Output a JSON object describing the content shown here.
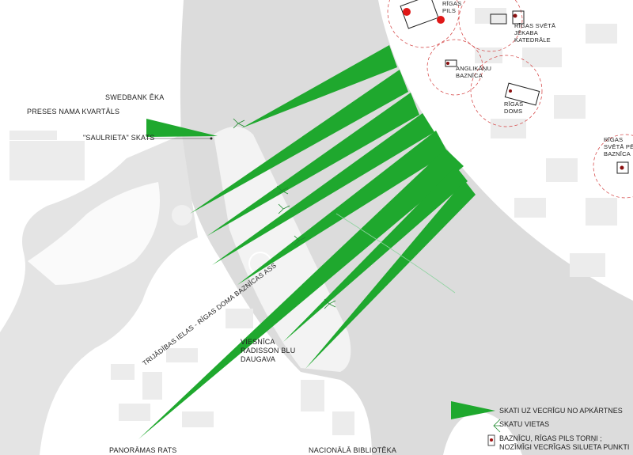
{
  "colors": {
    "water": "#dcdcdc",
    "land": "#ffffff",
    "building": "#ececec",
    "view_wedge": "#1fa82e",
    "landmark": "#e01818",
    "radius_line": "#d23a3a"
  },
  "labels": {
    "swedbank": "SWEDBANK ĒKA",
    "preses": "PRESES NAMA KVARTĀLS",
    "saulrieta": "\"SAULRIETA\" SKATS",
    "axis": "TRIJĀDĪBAS IELAS - RĪGAS DOMA BAZNĪCAS ASS",
    "radisson": [
      "VIESNĪCA",
      "RADISSON BLU",
      "DAUGAVA"
    ],
    "panoramas": "PANORĀMAS RATS",
    "biblioteka": "NACIONĀLĀ BIBLIOTĒKA",
    "pils": [
      "RĪGAS",
      "PILS"
    ],
    "jekaba": [
      "RĪGAS SVĒTĀ",
      "JĒKABA",
      "KATEDRĀLE"
    ],
    "anglikanu": [
      "ANGLIKĀŅU",
      "BAZNĪCA"
    ],
    "doms": [
      "RĪGAS",
      "DOMS"
    ],
    "petera": [
      "RĪGAS",
      "SVĒTĀ PĒTERA",
      "BAZNĪCA"
    ]
  },
  "legend": {
    "views": "SKATI UZ VECRĪGU NO APKĀRTNES",
    "spots": "SKATU VIETAS",
    "landmarks": [
      "BAZNĪCU, RĪGAS PILS TORŅI ;",
      "NOZĪMĪGI VECRĪGAS SILUETA PUNKTI"
    ]
  }
}
